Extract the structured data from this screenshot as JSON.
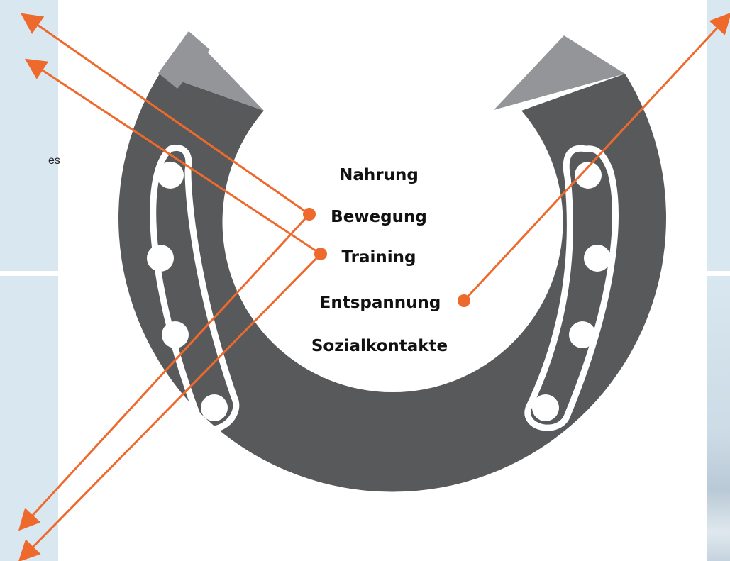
{
  "left_panel_text_fragment": "es",
  "center_labels": {
    "nahrung": "Nahrung",
    "bewegung": "Bewegung",
    "training": "Training",
    "entspannung": "Entspannung",
    "sozialkontakte": "Sozialkontakte"
  },
  "colors": {
    "panel_bg": "#d9e7f0",
    "horseshoe": "#58595b",
    "horseshoe_tip": "#939598",
    "accent_arrow": "#ee6a2c",
    "label_text": "#111111"
  },
  "icons": [
    "horseshoe-icon",
    "arrow-icon",
    "dot-marker-icon"
  ]
}
